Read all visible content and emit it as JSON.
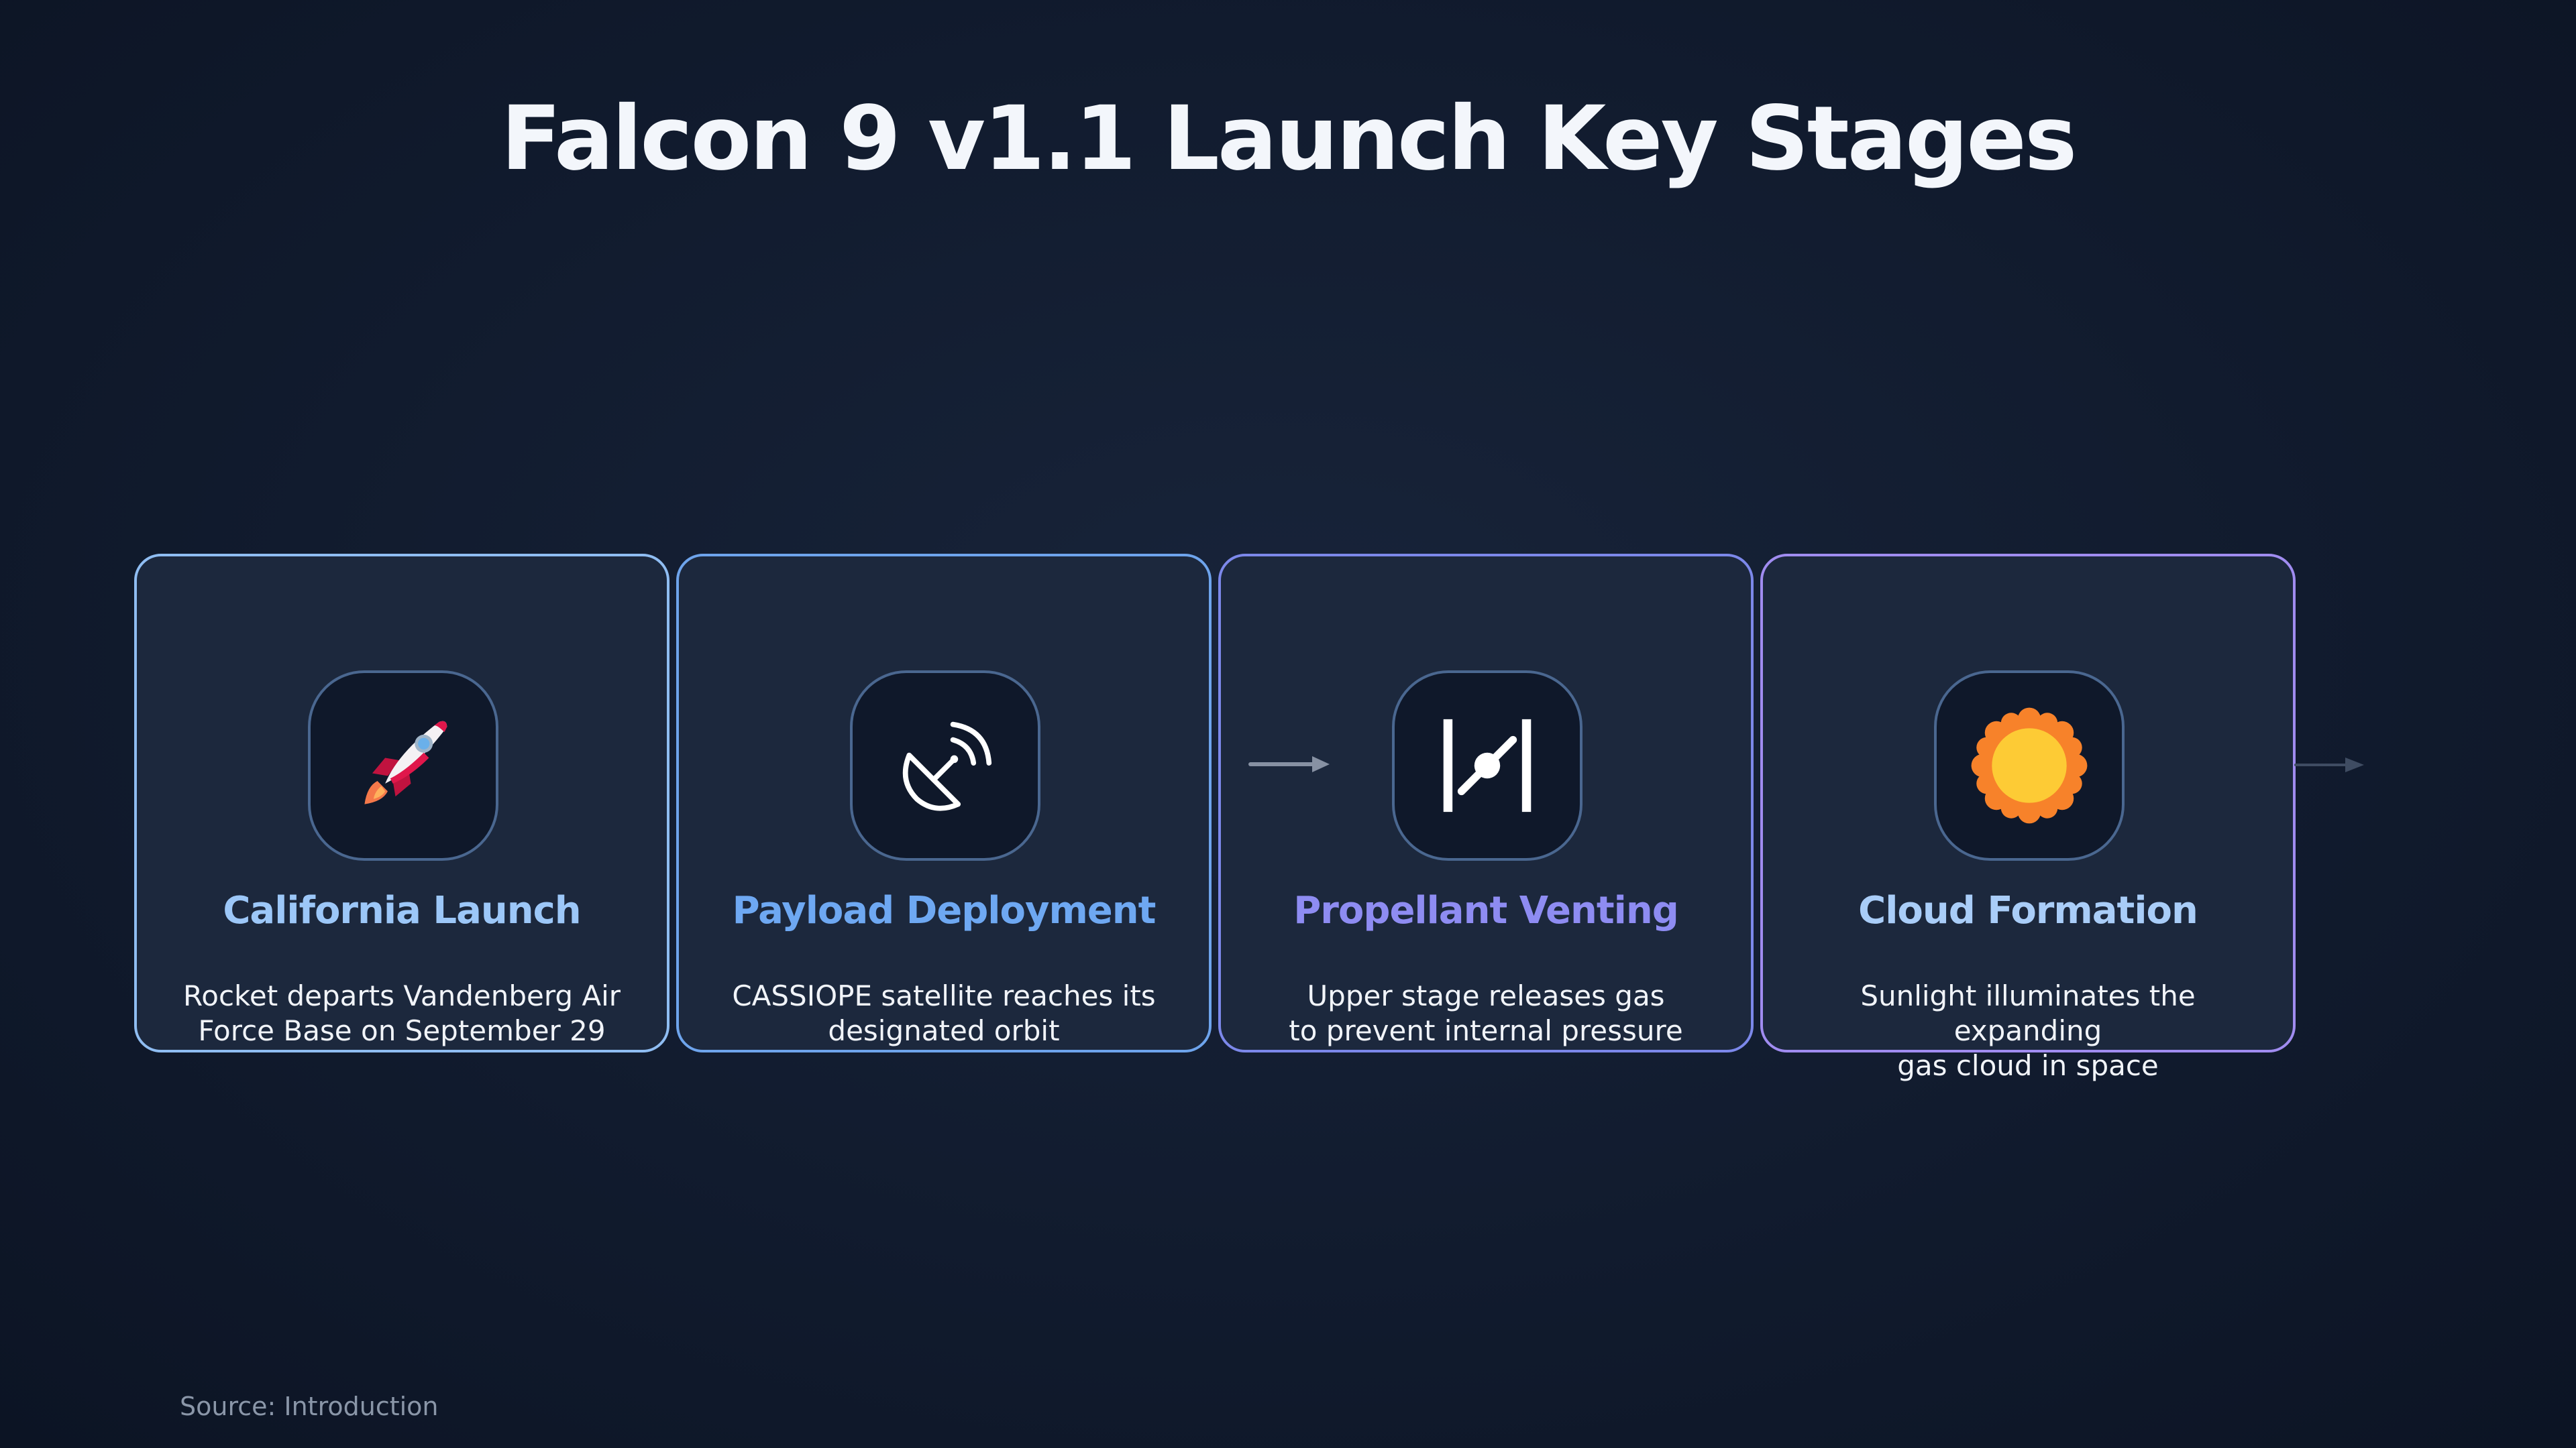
{
  "title": "Falcon 9 v1.1 Launch Key Stages",
  "stages": [
    {
      "title": "California Launch",
      "description_line1": "Rocket departs Vandenberg Air",
      "description_line2": "Force Base on September 29",
      "icon": "rocket-icon",
      "accent": "#9cc7f8"
    },
    {
      "title": "Payload Deployment",
      "description_line1": "CASSIOPE satellite reaches its",
      "description_line2": "designated orbit",
      "icon": "satellite-dish-icon",
      "accent": "#6ea8f2"
    },
    {
      "title": "Propellant Venting",
      "description_line1": "Upper stage releases gas",
      "description_line2": "to prevent internal pressure",
      "icon": "valve-icon",
      "accent": "#8e8cf2"
    },
    {
      "title": "Cloud Formation",
      "description_line1": "Sunlight illuminates the expanding",
      "description_line2": "gas cloud in space",
      "icon": "sun-icon",
      "accent": "#a9cdf8"
    }
  ],
  "source": "Source: Introduction",
  "colors": {
    "background": "#111b2e",
    "card_background": "#1c283d",
    "icon_background": "#0f182a"
  }
}
